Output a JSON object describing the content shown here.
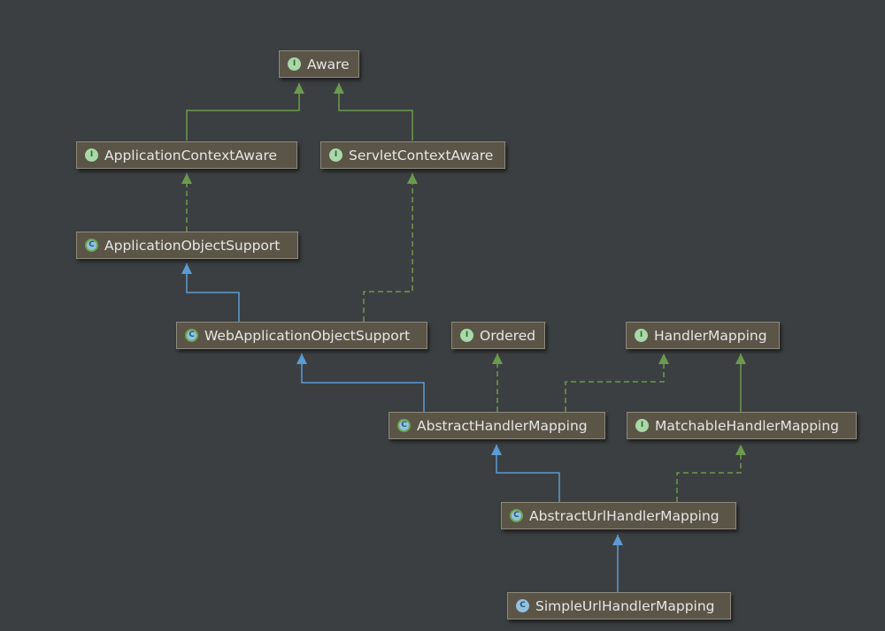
{
  "colors": {
    "background": "#3c3f41",
    "node_fill": "#5a5547",
    "node_border": "#8d8a7c",
    "implements_edge": "#6b9a4e",
    "extends_edge": "#5b9bd5"
  },
  "nodes": {
    "aware": {
      "label": "Aware",
      "kind": "interface",
      "badge": "I"
    },
    "application_context_aware": {
      "label": "ApplicationContextAware",
      "kind": "interface",
      "badge": "I"
    },
    "servlet_context_aware": {
      "label": "ServletContextAware",
      "kind": "interface",
      "badge": "I"
    },
    "application_object_support": {
      "label": "ApplicationObjectSupport",
      "kind": "abstract",
      "badge": "C"
    },
    "web_application_object_support": {
      "label": "WebApplicationObjectSupport",
      "kind": "abstract",
      "badge": "C"
    },
    "ordered": {
      "label": "Ordered",
      "kind": "interface",
      "badge": "I"
    },
    "handler_mapping": {
      "label": "HandlerMapping",
      "kind": "interface",
      "badge": "I"
    },
    "abstract_handler_mapping": {
      "label": "AbstractHandlerMapping",
      "kind": "abstract",
      "badge": "C"
    },
    "matchable_handler_mapping": {
      "label": "MatchableHandlerMapping",
      "kind": "interface",
      "badge": "I"
    },
    "abstract_url_handler_mapping": {
      "label": "AbstractUrlHandlerMapping",
      "kind": "abstract",
      "badge": "C"
    },
    "simple_url_handler_mapping": {
      "label": "SimpleUrlHandlerMapping",
      "kind": "class",
      "badge": "C"
    }
  },
  "edges": [
    {
      "from": "application_context_aware",
      "to": "aware",
      "type": "interface-extends"
    },
    {
      "from": "servlet_context_aware",
      "to": "aware",
      "type": "interface-extends"
    },
    {
      "from": "application_object_support",
      "to": "application_context_aware",
      "type": "implements"
    },
    {
      "from": "web_application_object_support",
      "to": "application_object_support",
      "type": "extends"
    },
    {
      "from": "web_application_object_support",
      "to": "servlet_context_aware",
      "type": "implements"
    },
    {
      "from": "abstract_handler_mapping",
      "to": "web_application_object_support",
      "type": "extends"
    },
    {
      "from": "abstract_handler_mapping",
      "to": "ordered",
      "type": "implements"
    },
    {
      "from": "abstract_handler_mapping",
      "to": "handler_mapping",
      "type": "implements"
    },
    {
      "from": "matchable_handler_mapping",
      "to": "handler_mapping",
      "type": "interface-extends"
    },
    {
      "from": "abstract_url_handler_mapping",
      "to": "abstract_handler_mapping",
      "type": "extends"
    },
    {
      "from": "abstract_url_handler_mapping",
      "to": "matchable_handler_mapping",
      "type": "implements"
    },
    {
      "from": "simple_url_handler_mapping",
      "to": "abstract_url_handler_mapping",
      "type": "extends"
    }
  ]
}
